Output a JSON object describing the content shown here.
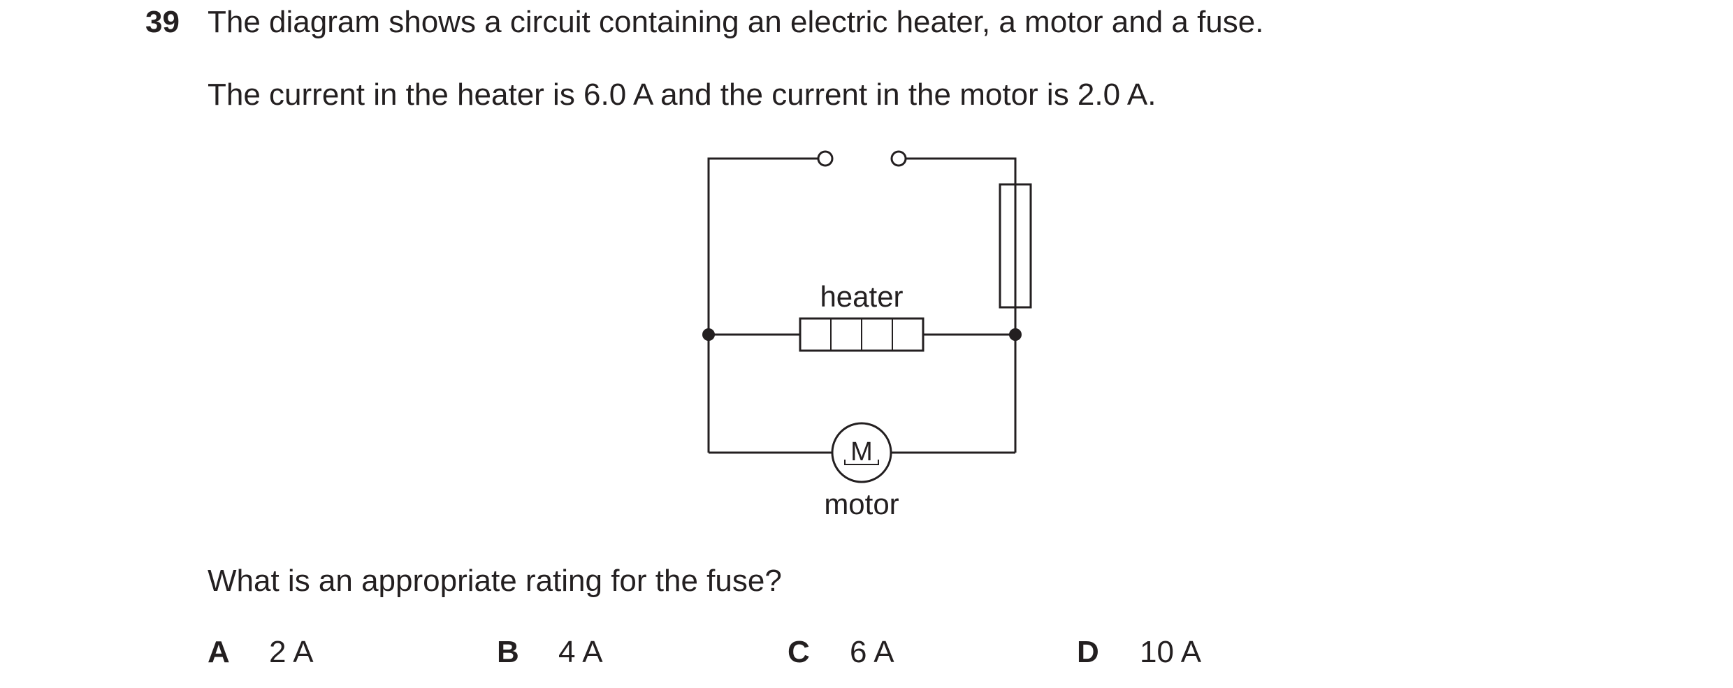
{
  "question": {
    "number": "39",
    "intro": "The diagram shows a circuit containing an electric heater, a motor and a fuse.",
    "info": "The current in the heater is 6.0 A and the current in the motor is 2.0 A.",
    "prompt": "What is an appropriate rating for the fuse?"
  },
  "diagram": {
    "heater_label": "heater",
    "motor_label": "motor",
    "motor_symbol": "M"
  },
  "options": [
    {
      "letter": "A",
      "value": "2 A"
    },
    {
      "letter": "B",
      "value": "4 A"
    },
    {
      "letter": "C",
      "value": "6 A"
    },
    {
      "letter": "D",
      "value": "10 A"
    }
  ]
}
